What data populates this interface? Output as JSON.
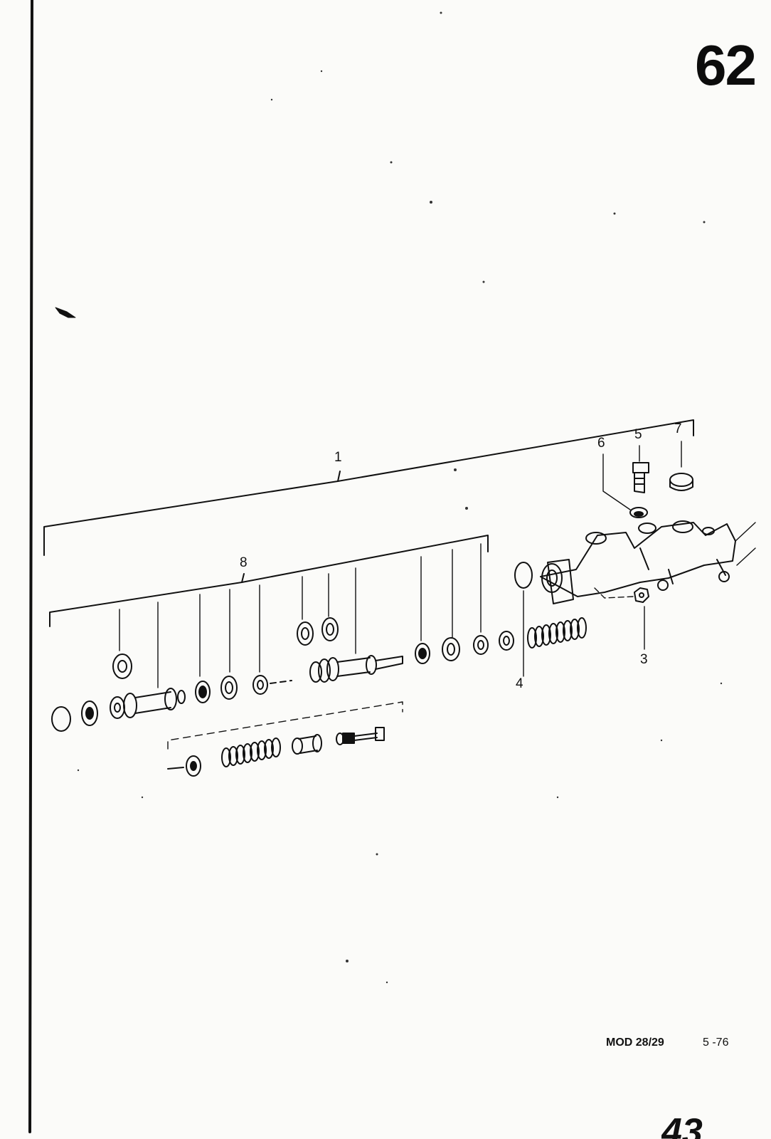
{
  "page": {
    "number": "62",
    "footer_code": "MOD 28/29",
    "footer_date": "5 -76",
    "footer_mark": "43"
  },
  "callouts": [
    "1",
    "3",
    "4",
    "5",
    "6",
    "7",
    "8"
  ],
  "parts": [
    {
      "id": "brake-master-cylinder",
      "callout": "1"
    },
    {
      "id": "nut",
      "callout": "3"
    },
    {
      "id": "o-ring",
      "callout": "4"
    },
    {
      "id": "stop-screw",
      "callout": "5"
    },
    {
      "id": "seal-washer",
      "callout": "6"
    },
    {
      "id": "cap",
      "callout": "7"
    },
    {
      "id": "repair-kit",
      "callout": "8"
    }
  ],
  "colors": {
    "ink": "#111111",
    "paper": "#fbfbf9"
  }
}
